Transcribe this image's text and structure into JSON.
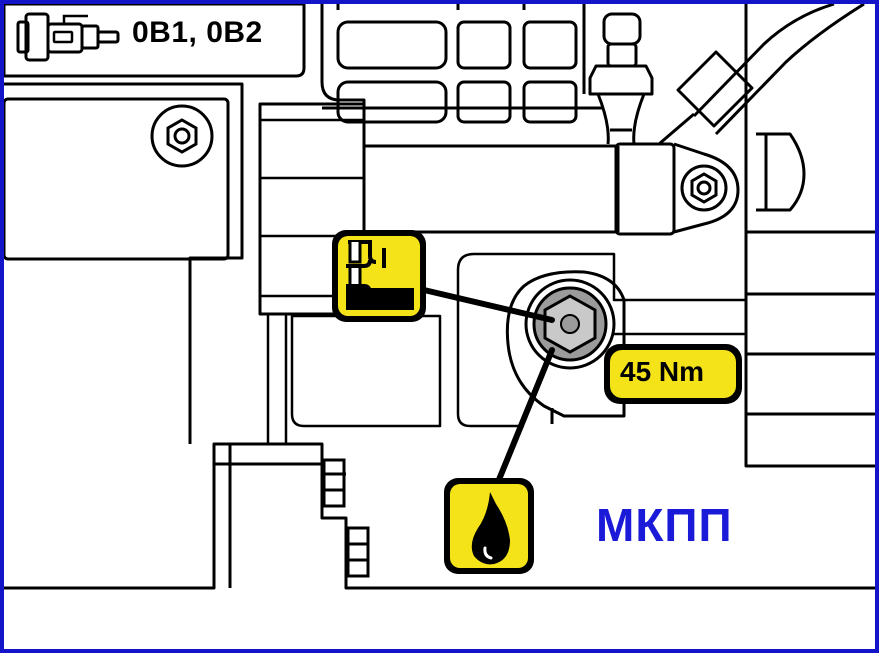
{
  "header": {
    "engine_codes": "0B1, 0B2"
  },
  "torque": {
    "value": "45 Nm"
  },
  "gearbox": {
    "label": "МКПП"
  },
  "icons": [
    "transmission-icon",
    "drain-plug-icon",
    "oil-drop-icon",
    "bolt-icon",
    "nut-icon"
  ],
  "colors": {
    "frame": "#1414c8",
    "badge": "#f5e31a",
    "label_blue": "#1a1ad8",
    "line": "#000000"
  }
}
